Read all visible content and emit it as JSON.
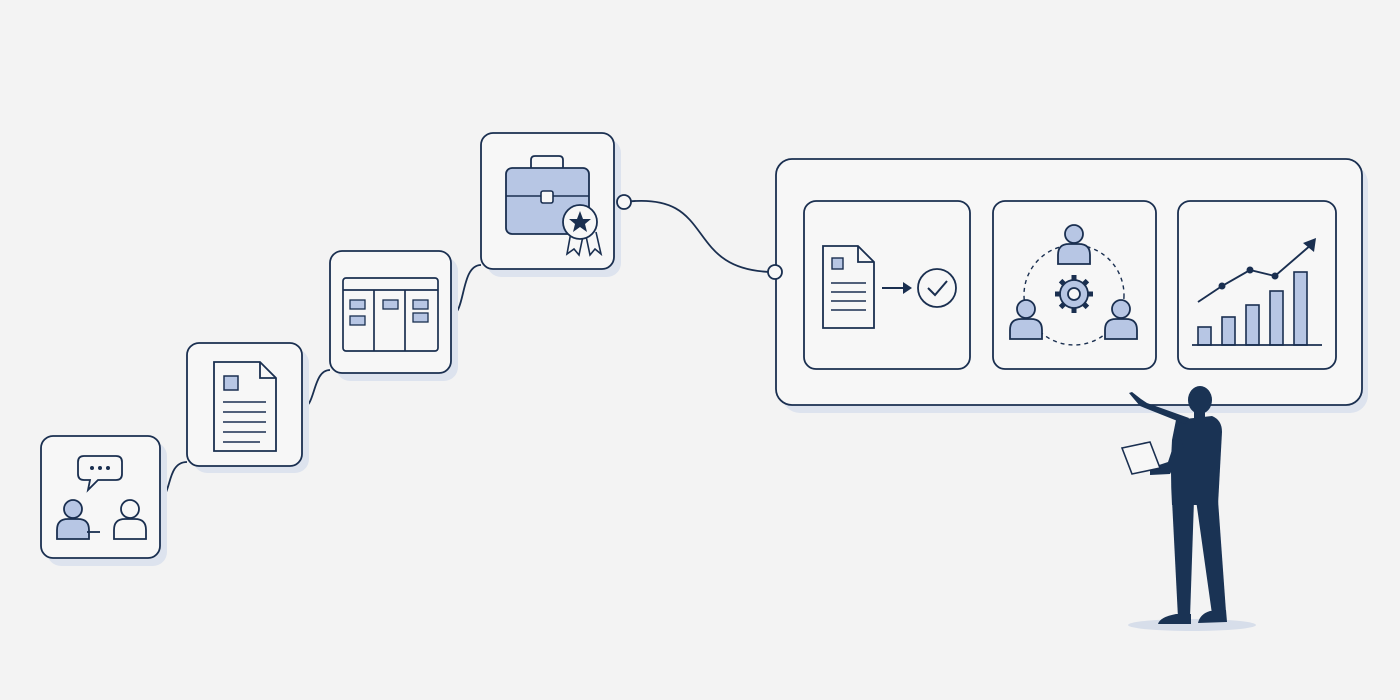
{
  "theme": {
    "background": "#f3f3f3",
    "ink": "#1a2f50",
    "accent_fill": "#b7c6e4",
    "card_fill": "#f7f7f7",
    "shadow": "#dde3ee"
  },
  "journey_steps": [
    {
      "id": "interview",
      "icons": [
        "chat-bubble-icon",
        "person-icon",
        "person-icon"
      ]
    },
    {
      "id": "resume",
      "icons": [
        "document-icon"
      ]
    },
    {
      "id": "schedule",
      "icons": [
        "kanban-board-icon"
      ]
    },
    {
      "id": "offer",
      "icons": [
        "briefcase-icon",
        "award-ribbon-icon",
        "star-icon"
      ]
    }
  ],
  "outcome_panel": {
    "cards": [
      {
        "id": "document-approval",
        "icons": [
          "document-icon",
          "arrow-right-icon",
          "check-circle-icon"
        ]
      },
      {
        "id": "team-collaboration",
        "icons": [
          "person-icon",
          "person-icon",
          "person-icon",
          "gear-icon"
        ]
      },
      {
        "id": "growth-chart",
        "icons": [
          "bar-chart-icon",
          "trend-arrow-icon"
        ]
      }
    ]
  },
  "presenter": {
    "icons": [
      "person-silhouette-icon",
      "tablet-icon"
    ]
  }
}
